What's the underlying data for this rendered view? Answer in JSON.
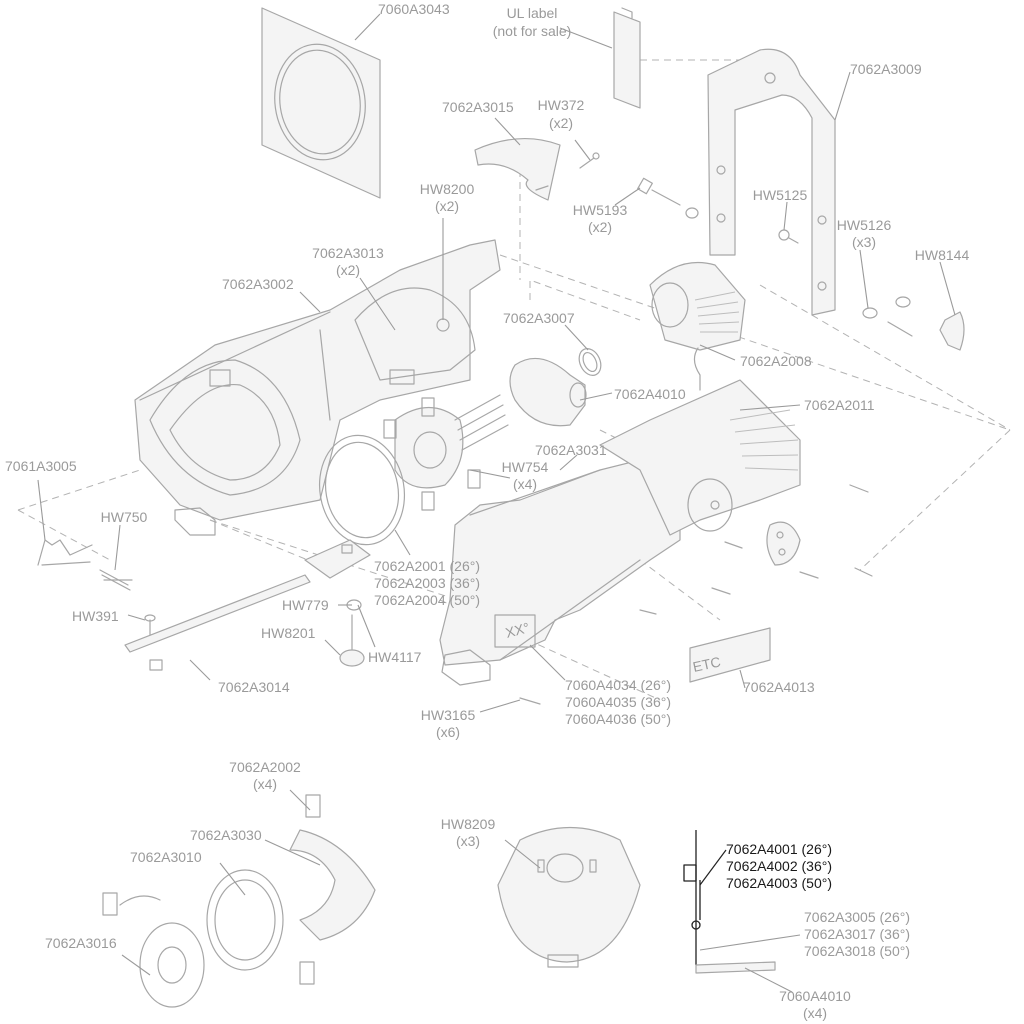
{
  "labels": {
    "p7060A3043": "7060A3043",
    "ul_label_1": "UL label",
    "ul_label_2": "(not for sale)",
    "p7062A3009": "7062A3009",
    "p7062A3015": "7062A3015",
    "hw372": "HW372",
    "hw372_qty": "(x2)",
    "hw5193": "HW5193",
    "hw5193_qty": "(x2)",
    "hw5125": "HW5125",
    "hw5126": "HW5126",
    "hw5126_qty": "(x3)",
    "hw8144": "HW8144",
    "hw8200": "HW8200",
    "hw8200_qty": "(x2)",
    "p7062A3013": "7062A3013",
    "p7062A3013_qty": "(x2)",
    "p7062A3002": "7062A3002",
    "p7062A3007": "7062A3007",
    "p7062A2008": "7062A2008",
    "p7062A4010": "7062A4010",
    "p7062A2011": "7062A2011",
    "p7062A3031": "7062A3031",
    "hw754": "HW754",
    "hw754_qty": "(x4)",
    "p7061A3005": "7061A3005",
    "hw750": "HW750",
    "p7062A2001": "7062A2001 (26°)",
    "p7062A2003": "7062A2003 (36°)",
    "p7062A2004": "7062A2004 (50°)",
    "hw391": "HW391",
    "hw779": "HW779",
    "hw8201": "HW8201",
    "hw4117": "HW4117",
    "p7062A3014": "7062A3014",
    "p7060A4034": "7060A4034 (26°)",
    "p7060A4035": "7060A4035 (36°)",
    "p7060A4036": "7060A4036 (50°)",
    "p7062A4013": "7062A4013",
    "hw3165": "HW3165",
    "hw3165_qty": "(x6)",
    "p7062A2002": "7062A2002",
    "p7062A2002_qty": "(x4)",
    "p7062A3030": "7062A3030",
    "p7062A3010": "7062A3010",
    "p7062A3016": "7062A3016",
    "hw8209": "HW8209",
    "hw8209_qty": "(x3)",
    "p7062A4001": "7062A4001 (26°)",
    "p7062A4002": "7062A4002 (36°)",
    "p7062A4003": "7062A4003 (50°)",
    "p7062A3005": "7062A3005 (26°)",
    "p7062A3017": "7062A3017 (36°)",
    "p7062A3018": "7062A3018 (50°)",
    "p7060A4010": "7060A4010",
    "p7060A4010_qty": "(x4)"
  },
  "part_markings": {
    "etc_logo": "ETC",
    "lens_tube_marking": "XX°"
  },
  "colors": {
    "line_gray": "#a7a7a7",
    "label_gray": "#9a9a9a",
    "highlight_black": "#1a1a1a"
  }
}
